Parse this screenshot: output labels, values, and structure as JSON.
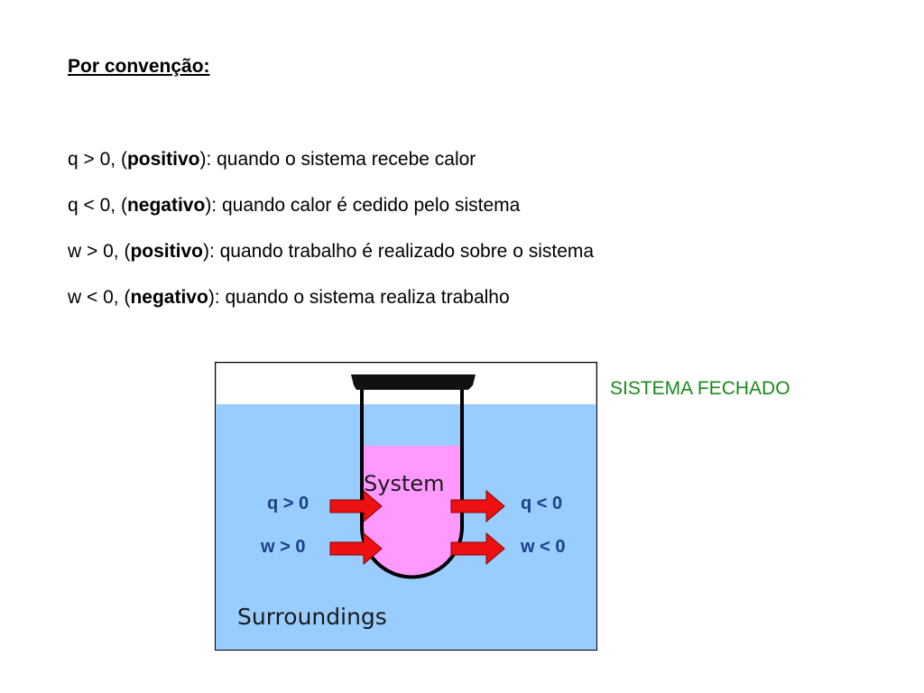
{
  "heading": "Por convenção:",
  "rules": [
    {
      "lead": "q > 0, (",
      "emphasis": "positivo",
      "rest": "): quando o sistema recebe calor"
    },
    {
      "lead": "q < 0, (",
      "emphasis": "negativo",
      "rest": "): quando calor é cedido pelo sistema"
    },
    {
      "lead": "w > 0, (",
      "emphasis": "positivo",
      "rest": "): quando trabalho é realizado sobre o sistema"
    },
    {
      "lead": "w < 0, (",
      "emphasis": "negativo",
      "rest": "): quando o sistema realiza trabalho"
    }
  ],
  "diagram": {
    "system_label": "System",
    "surroundings_label": "Surroundings",
    "flows": {
      "q_in": "q > 0",
      "w_in": "w > 0",
      "q_out": "q < 0",
      "w_out": "w < 0"
    },
    "colors": {
      "surroundings": "#99ccff",
      "system": "#ff99ff",
      "arrow": "#ee1111",
      "flow_text": "#1f3f86"
    }
  },
  "closed_system_label": "SISTEMA FECHADO",
  "closed_system_color": "#1a8a1a"
}
